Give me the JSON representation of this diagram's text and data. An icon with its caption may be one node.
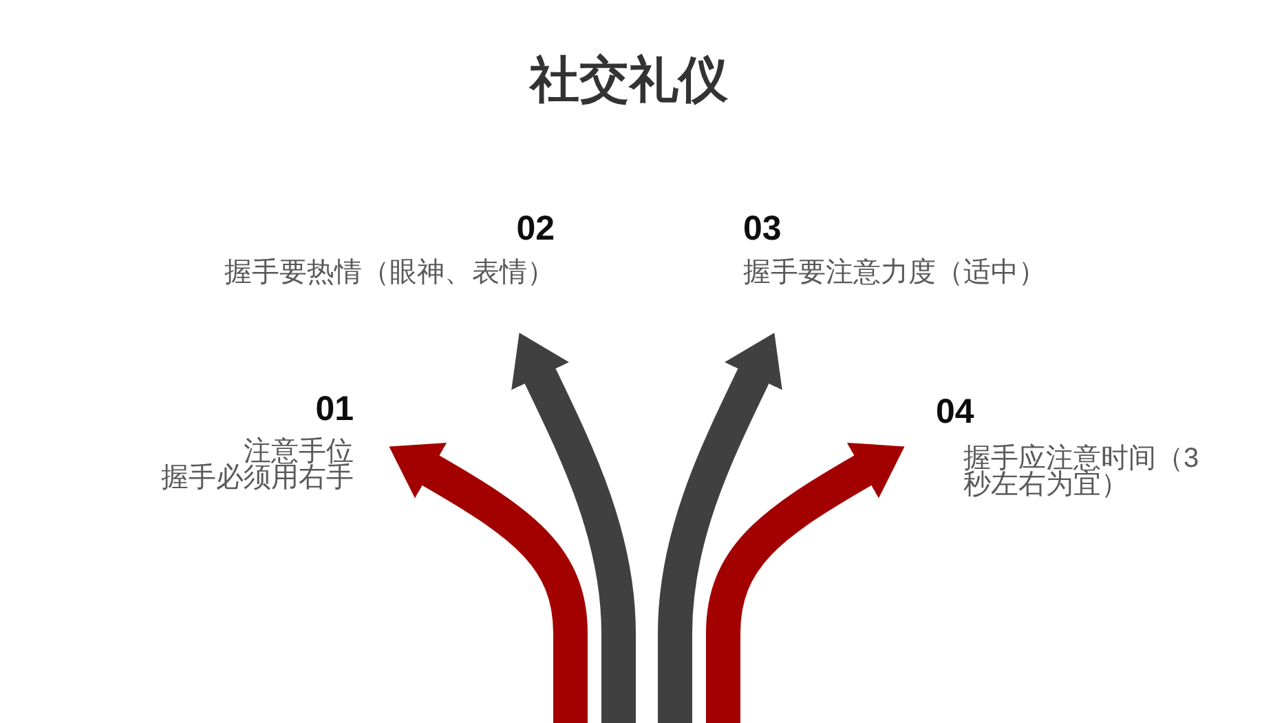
{
  "diagram": {
    "title": "社交礼仪",
    "nodes": [
      {
        "text": [
          "01",
          "注意手位",
          "握手必须用右手"
        ]
      },
      {
        "text": [
          "02",
          "握手要热情（眼神、表情）"
        ]
      },
      {
        "text": [
          "03",
          "握手要注意力度（适中）"
        ]
      },
      {
        "text": [
          "04",
          "握手应注意时间（3秒左右为宜）"
        ]
      }
    ],
    "edges": [
      {
        "from": null,
        "to": 0,
        "arrow": "to",
        "color": "#a30000"
      },
      {
        "from": null,
        "to": 1,
        "arrow": "to",
        "color": "#404040"
      },
      {
        "from": null,
        "to": 2,
        "arrow": "to",
        "color": "#404040"
      },
      {
        "from": null,
        "to": 3,
        "arrow": "to",
        "color": "#a30000"
      }
    ]
  }
}
